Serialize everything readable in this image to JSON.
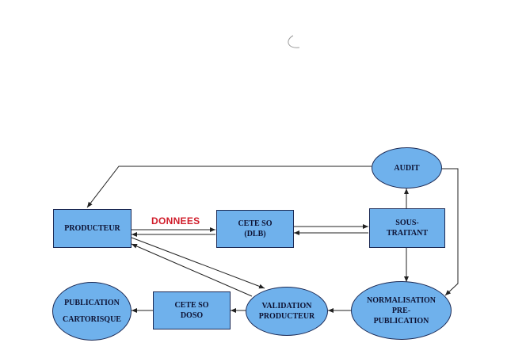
{
  "diagram": {
    "nodes": {
      "producteur": {
        "lines": [
          "PRODUCTEUR"
        ],
        "shape": "rectangle"
      },
      "cete_so_dlb": {
        "lines": [
          "CETE SO",
          "(DLB)"
        ],
        "shape": "rectangle"
      },
      "sous_traitant": {
        "lines": [
          "SOUS-",
          "TRAITANT"
        ],
        "shape": "rectangle"
      },
      "audit": {
        "lines": [
          "AUDIT"
        ],
        "shape": "ellipse"
      },
      "normalisation": {
        "lines": [
          "NORMALISATION",
          "PRE-",
          "PUBLICATION"
        ],
        "shape": "ellipse"
      },
      "validation": {
        "lines": [
          "VALIDATION",
          "PRODUCTEUR"
        ],
        "shape": "ellipse"
      },
      "cete_so_doso": {
        "lines": [
          "CETE SO",
          "DOSO"
        ],
        "shape": "rectangle"
      },
      "publication": {
        "lines": [
          "PUBLICATION",
          "",
          "CARTORISQUE"
        ],
        "shape": "ellipse"
      }
    },
    "edge_labels": {
      "donnees": "DONNEES"
    },
    "colors": {
      "node_fill": "#6fb1ec",
      "node_border": "#1c2a55",
      "arrow": "#222222",
      "label_accent": "#d01c2a"
    }
  }
}
